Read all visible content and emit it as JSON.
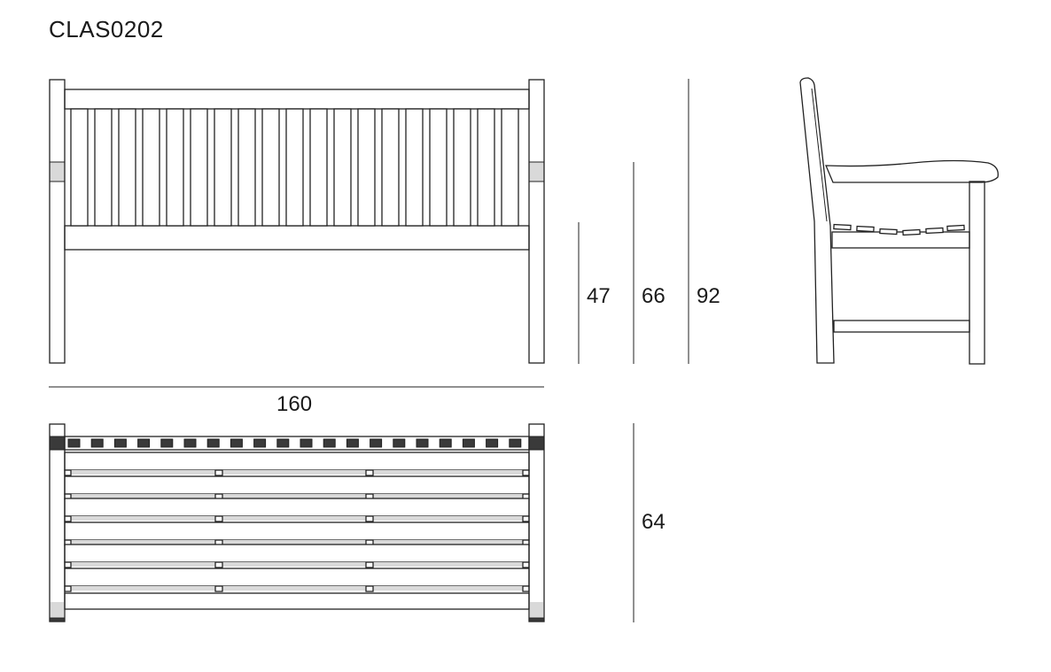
{
  "title": "CLAS0202",
  "dimensions": {
    "seat_height": "47",
    "arm_height": "66",
    "total_height": "92",
    "width": "160",
    "depth": "64"
  },
  "colors": {
    "line": "#222222",
    "shade": "#d9d9d9",
    "background": "#ffffff"
  }
}
